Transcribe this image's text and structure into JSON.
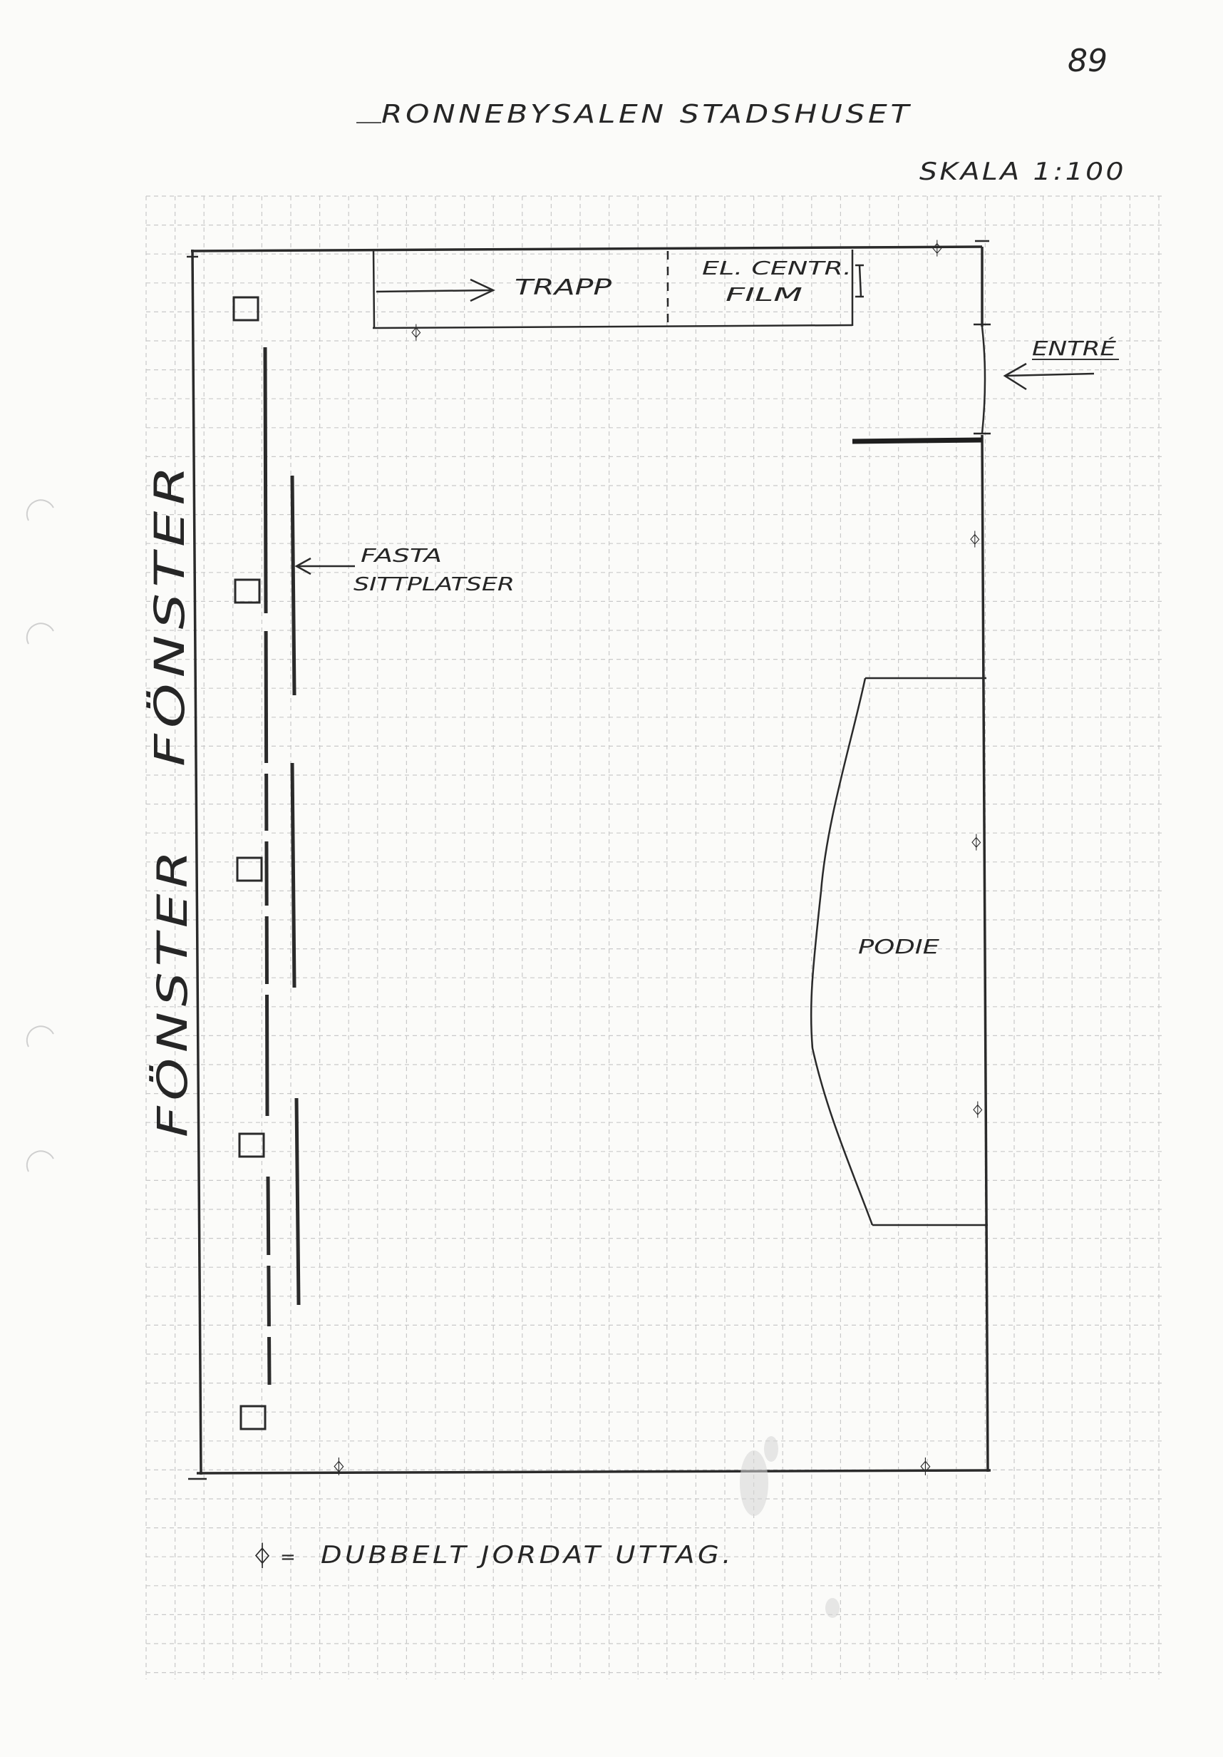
{
  "page_number": "89",
  "title": "RONNEBYSALEN STADSHUSET",
  "scale": "SKALA 1:100",
  "rooms": {
    "stairs": "TRAPP",
    "electrical": "EL. CENTR.",
    "film": "FILM",
    "entrance": "ENTRÉ",
    "fixed_seating_line1": "FASTA",
    "fixed_seating_line2": "SITTPLATSER",
    "windows": "FÖNSTER",
    "stage": "PODIE"
  },
  "legend": {
    "symbol": "ᛄ",
    "separator": "=",
    "description": "DUBBELT JORDAT UTTAG."
  },
  "colors": {
    "ink": "#262626",
    "grid": "#c9c9c9",
    "paper": "#fbfbf9"
  }
}
